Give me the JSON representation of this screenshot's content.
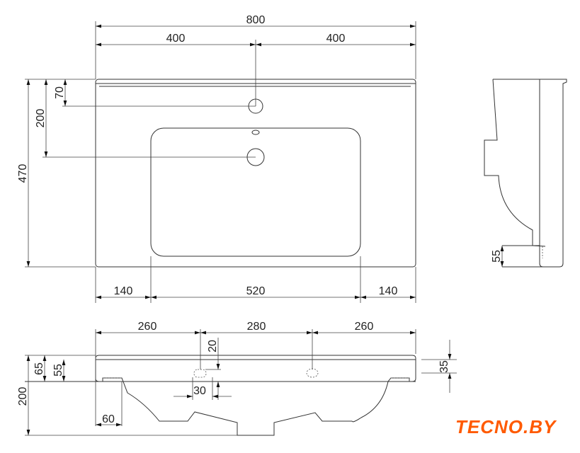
{
  "top_view": {
    "dim_total_width": "800",
    "dim_half_left": "400",
    "dim_half_right": "400",
    "dim_depth": "470",
    "dim_drain_offset": "200",
    "dim_tap_offset": "70",
    "dim_left_rim": "140",
    "dim_basin_width": "520",
    "dim_right_rim": "140"
  },
  "side_view": {
    "dim_lip": "55"
  },
  "front_view": {
    "dim_left": "260",
    "dim_center": "280",
    "dim_right": "260",
    "dim_hole_top": "20",
    "dim_hole_width": "30",
    "dim_height": "200",
    "dim_65": "65",
    "dim_55": "55",
    "dim_35": "35",
    "dim_foot": "60"
  },
  "logo": {
    "text": "TECNO.BY",
    "color": "#ff5a00"
  }
}
